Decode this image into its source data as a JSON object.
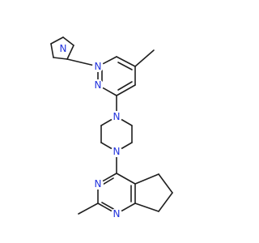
{
  "atom_labels": {
    "n1": "N",
    "n2": "N",
    "n3": "N",
    "n4": "N",
    "n5": "N",
    "n6": "N",
    "n7": "N"
  },
  "colors": {
    "bond": "#1f1f1f",
    "heteroatom": "#2233dd",
    "background": "#ffffff"
  }
}
